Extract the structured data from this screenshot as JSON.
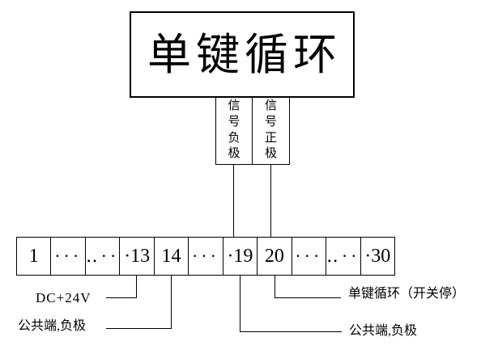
{
  "diagram": {
    "title_box": {
      "label": "单键循环"
    },
    "signal_boxes": [
      {
        "label": "信号负极"
      },
      {
        "label": "信号正极"
      }
    ],
    "terminal_strip": {
      "cells": [
        "1",
        "···",
        "‥··",
        "·13",
        "14",
        "···",
        "·19",
        "20",
        "···",
        "‥··",
        "·30"
      ]
    },
    "annotations": {
      "dc24v": "DC+24V",
      "common_left": "公共端,负极",
      "onekey": "单键循环（开关停）",
      "common_right": "公共端,负极"
    }
  },
  "colors": {
    "line": "#000000",
    "background": "#ffffff",
    "text": "#000000"
  }
}
